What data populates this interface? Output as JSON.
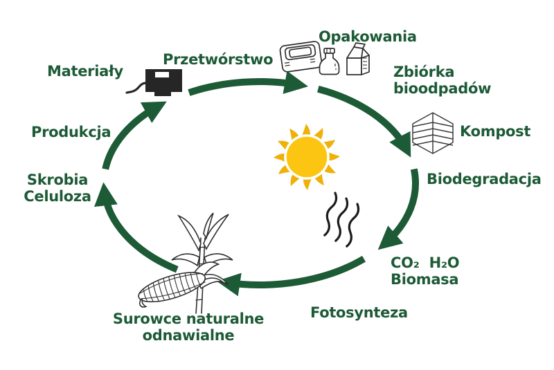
{
  "diagram": {
    "type": "cycle-diagram",
    "language": "pl",
    "topic": "biodegradable packaging life cycle"
  },
  "labels": {
    "materials": "Materiały",
    "processing": "Przetwórstwo",
    "packaging": "Opakowania",
    "collection_line1": "Zbiórka",
    "collection_line2": "bioodpadów",
    "compost": "Kompost",
    "biodegradation": "Biodegradacja",
    "co2_h2o": "CO₂  H₂O",
    "biomass": "Biomasa",
    "photosynthesis": "Fotosynteza",
    "raw_materials_line1": "Surowce naturalne",
    "raw_materials_line2": "odnawialne",
    "starch": "Skrobia",
    "cellulose": "Celuloza",
    "production": "Produkcja"
  },
  "icons": {
    "machine": "processing-machine-icon",
    "packaging": "packaging-containers-icon",
    "compost_bin": "compost-bin-icon",
    "sun": "sun-icon",
    "light_rays": "light-rays-icon",
    "corn": "corn-plant-icon"
  },
  "colors": {
    "green": "#1d5a36",
    "sun_disc": "#fbc512",
    "sun_rays": "#efb009",
    "line_art": "#2e2e2e",
    "machine_black": "#262626",
    "background": "#ffffff"
  }
}
